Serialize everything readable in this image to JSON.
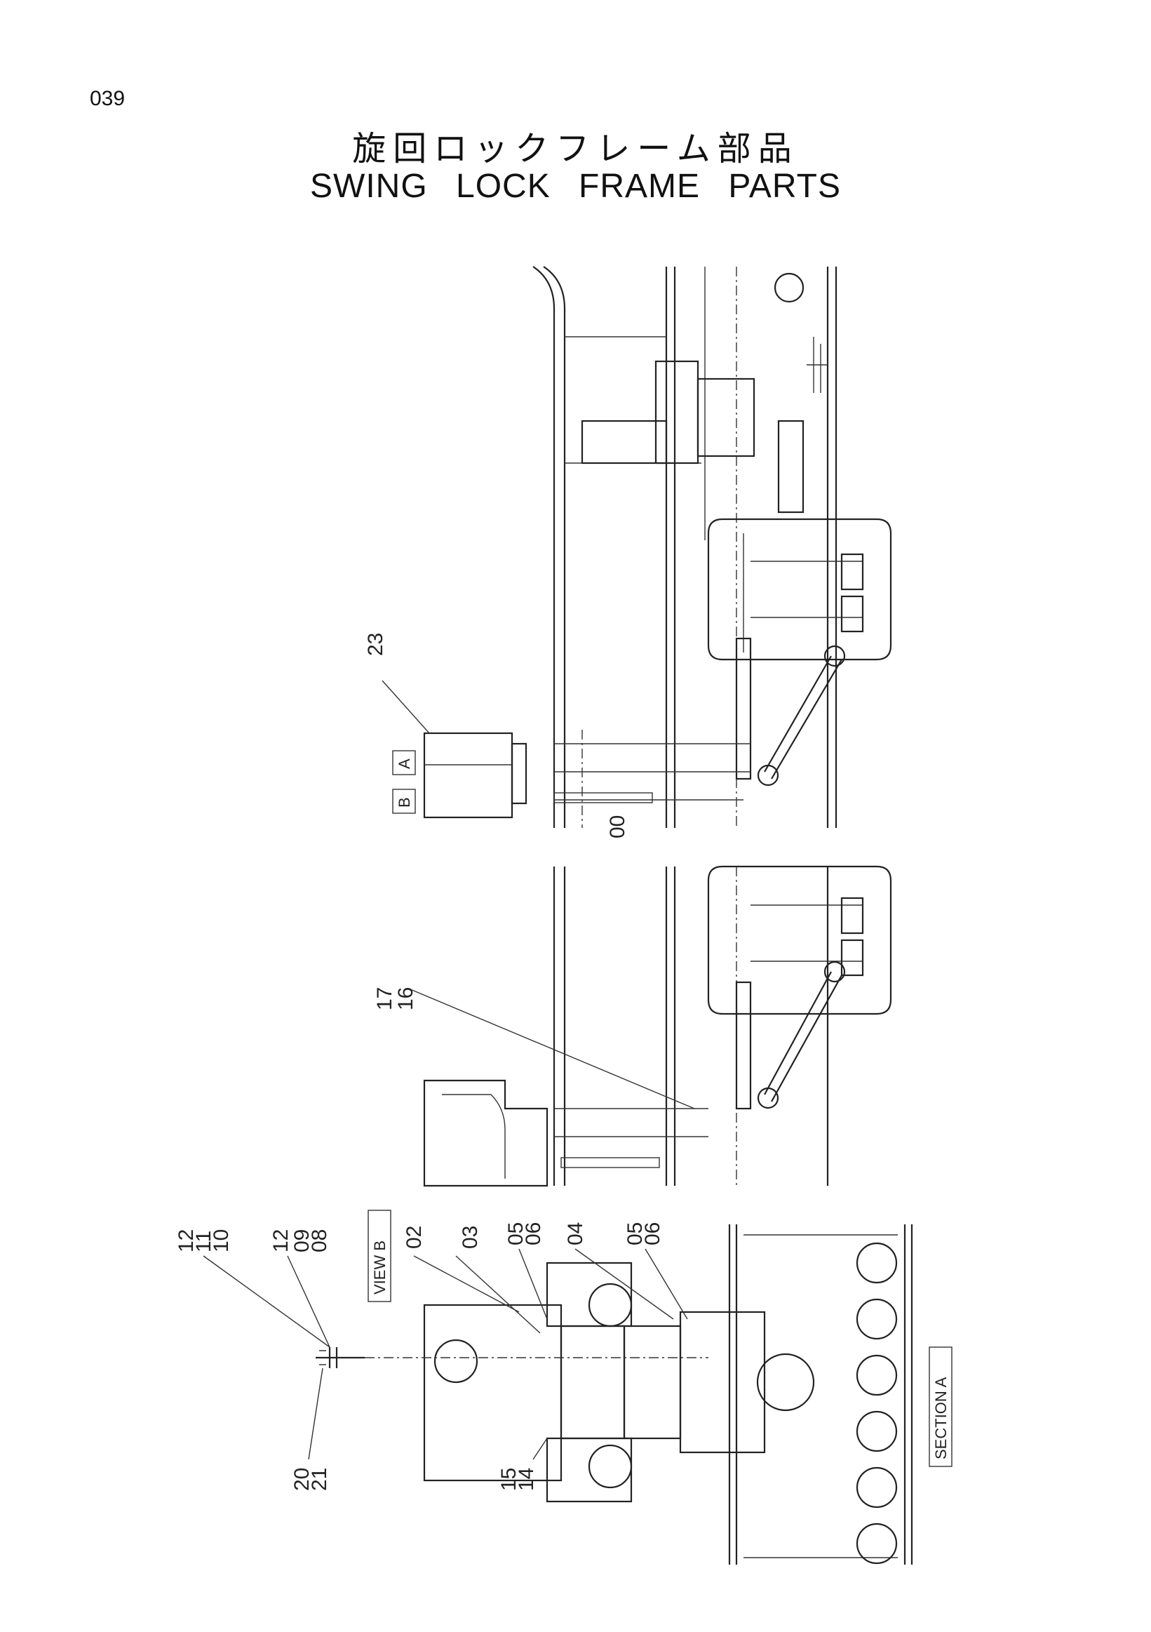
{
  "page": {
    "number": "039"
  },
  "title": {
    "japanese": "旋回ロックフレーム部品",
    "english": "SWING LOCK FRAME PARTS"
  },
  "views": {
    "section_a": "SECTION A",
    "view_b": "VIEW B",
    "marker_a": "A",
    "marker_b": "B"
  },
  "callouts": [
    "23",
    "00",
    "17",
    "16",
    "12",
    "11",
    "10",
    "12",
    "09",
    "08",
    "02",
    "03",
    "05",
    "06",
    "04",
    "05",
    "06",
    "20",
    "21",
    "15",
    "14"
  ]
}
